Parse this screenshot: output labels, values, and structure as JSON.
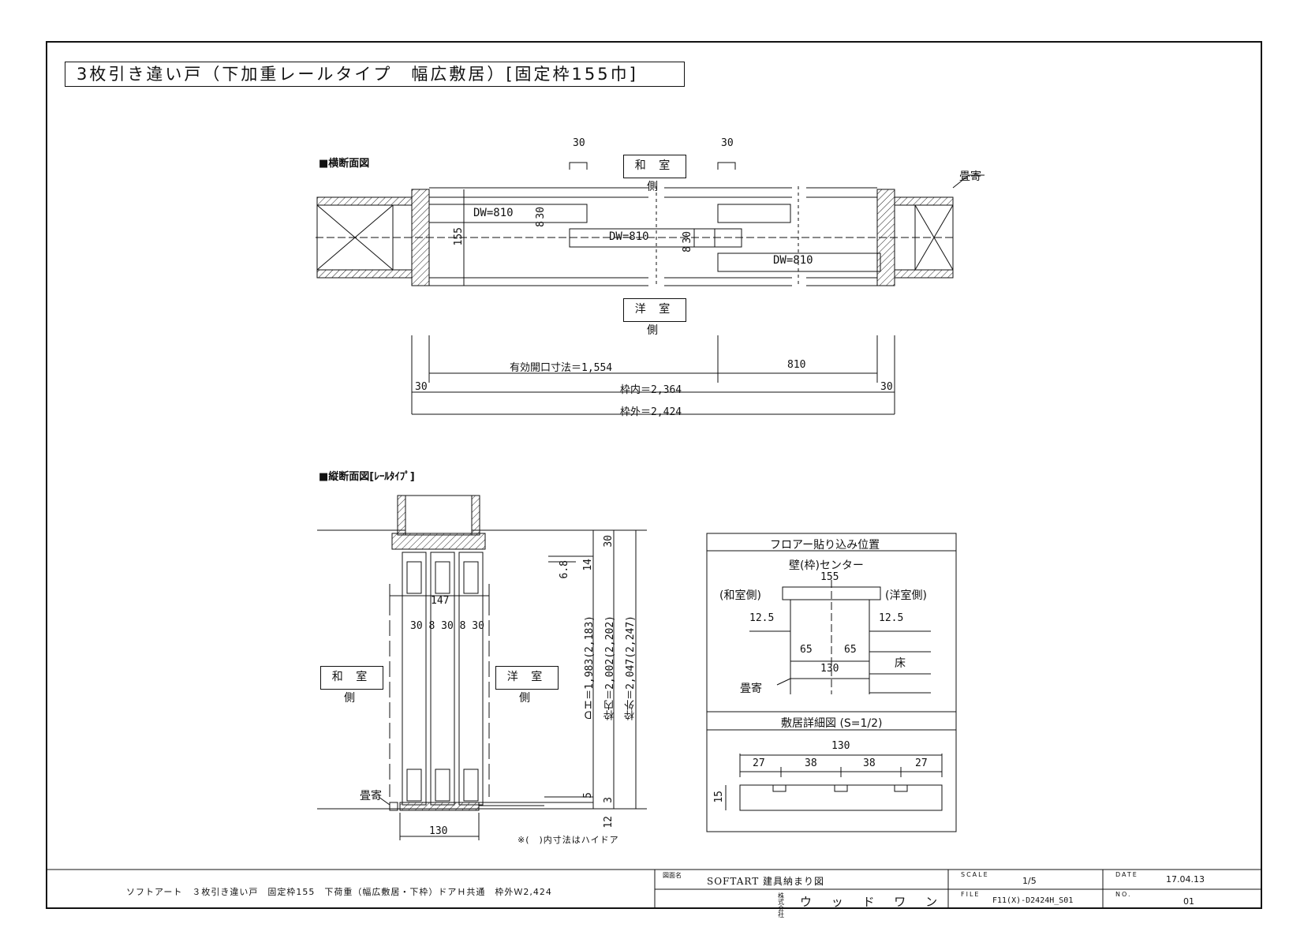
{
  "title": "3枚引き違い戸（下加重レールタイプ　幅広敷居）[固定枠155巾]",
  "plan": {
    "section_label": "■横断面図",
    "japanese_side": "和 室 側",
    "western_side": "洋 室 側",
    "tatami_edge": "畳寄",
    "top_dim_left": "30",
    "top_dim_right": "30",
    "panel_1": "DW=810",
    "panel_2": "DW=810",
    "panel_3": "DW=810",
    "dim_155": "155",
    "dim_30a": "30",
    "dim_8a": "8",
    "dim_30b": "30",
    "dim_8b": "8",
    "effective_opening": "有効開口寸法＝1,554",
    "fixed_panel": "810",
    "frame_left": "30",
    "frame_right": "30",
    "inner_frame": "枠内＝2,364",
    "outer_frame": "枠外＝2,424"
  },
  "section": {
    "section_label": "■縦断面図[ﾚｰﾙﾀｲﾌﾟ]",
    "japanese_side": "和 室 側",
    "western_side": "洋 室 側",
    "tatami_edge": "畳寄",
    "dim_147": "147",
    "dim_row": "30 8 30 8 30",
    "dim_130": "130",
    "dim_6_8": "6.8",
    "dim_14": "14",
    "dim_30": "30",
    "dim_5": "5",
    "dim_3": "3",
    "dim_12": "12",
    "door_height": "ＤＨ＝1,983(2,183)",
    "inner_height": "枠内＝2,002(2,202)",
    "outer_height": "枠外＝2,047(2,247)",
    "note": "※(　)内寸法はハイドア"
  },
  "floor_detail": {
    "title": "フロアー貼り込み位置",
    "center_label": "壁(枠)センター",
    "dim_155": "155",
    "japanese_side": "(和室側)",
    "western_side": "(洋室側)",
    "left_12_5": "12.5",
    "right_12_5": "12.5",
    "dim_65a": "65",
    "dim_65b": "65",
    "dim_130": "130",
    "floor": "床",
    "tatami_edge": "畳寄"
  },
  "sill_detail": {
    "title": "敷居詳細図 (S=1/2)",
    "dim_130": "130",
    "dims": [
      "27",
      "38",
      "38",
      "27"
    ],
    "dim_15": "15"
  },
  "title_block": {
    "description": "ソフトアート　３枚引き違い戸　固定枠155　下荷重（幅広敷居・下枠）ドアＨ共通　枠外Ｗ2,424",
    "drawing_name_label": "図面名",
    "drawing_name": "SOFTART 建具納まり図",
    "company_prefix": "株式会社",
    "company": "ウ ッ ド ワ ン",
    "scale_label": "SCALE",
    "scale": "1/5",
    "file_label": "FILE",
    "file": "F11(X)-D2424H_S01",
    "date_label": "DATE",
    "date": "17.04.13",
    "no_label": "NO.",
    "no": "01"
  }
}
